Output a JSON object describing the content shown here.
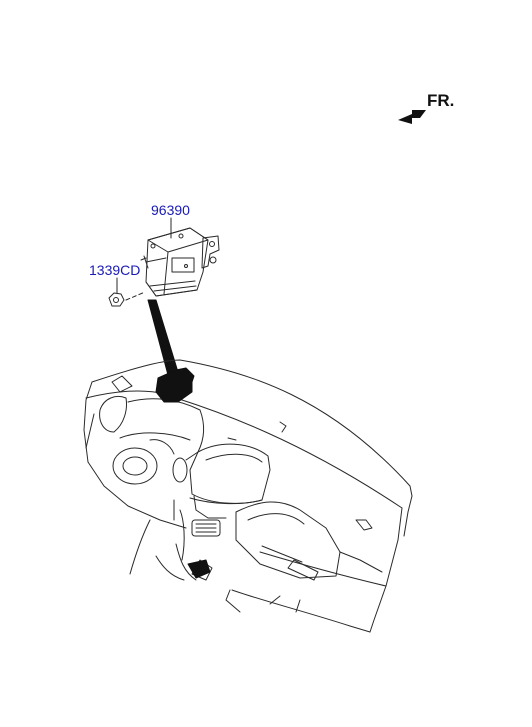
{
  "orientation": {
    "label": "FR.",
    "icon": "front-direction-arrow-icon"
  },
  "callouts": [
    {
      "part_number": "96390"
    },
    {
      "part_number": "1339CD"
    }
  ],
  "colors": {
    "callout_text": "#1a1ab4",
    "line_art": "#2a2a2a",
    "fill_dark": "#111111"
  }
}
